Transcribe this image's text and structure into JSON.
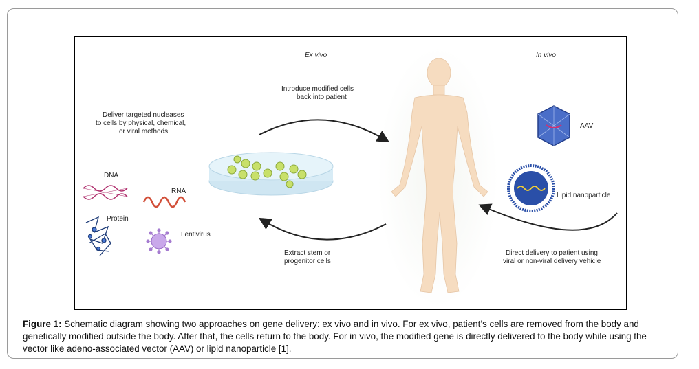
{
  "diagram": {
    "title_ex_vivo": "Ex vivo",
    "title_in_vivo": "In vivo",
    "label_deliver_1": "Deliver targeted nucleases",
    "label_deliver_2": "to cells by physical, chemical,",
    "label_deliver_3": "or viral methods",
    "label_introduce_1": "Introduce modified cells",
    "label_introduce_2": "back into patient",
    "label_extract_1": "Extract stem or",
    "label_extract_2": "progenitor cells",
    "label_direct_1": "Direct delivery to patient using",
    "label_direct_2": "viral or non-viral delivery vehicle",
    "label_dna": "DNA",
    "label_rna": "RNA",
    "label_protein": "Protein",
    "label_lentivirus": "Lentivirus",
    "label_aav": "AAV",
    "label_lipid": "Lipid nanoparticle"
  },
  "caption": {
    "prefix": "Figure 1:",
    "text": " Schematic diagram showing two approaches on gene delivery: ex vivo and in vivo. For ex vivo, patient’s cells are removed from the body and genetically modified outside the body. After that, the cells return to the body. For in vivo, the modified gene is directly delivered to the body while using the vector like adeno-associated vector (AAV) or lipid nanoparticle [1]."
  },
  "colors": {
    "skin": "#f6dcc0",
    "cell": "#c8e06a",
    "dish": "#d8ecf6",
    "aav": "#4a6ec8",
    "lipid": "#2a4fa8",
    "rna": "#d2503a",
    "dna": "#b0306e",
    "lentivirus": "#a57bd0"
  }
}
